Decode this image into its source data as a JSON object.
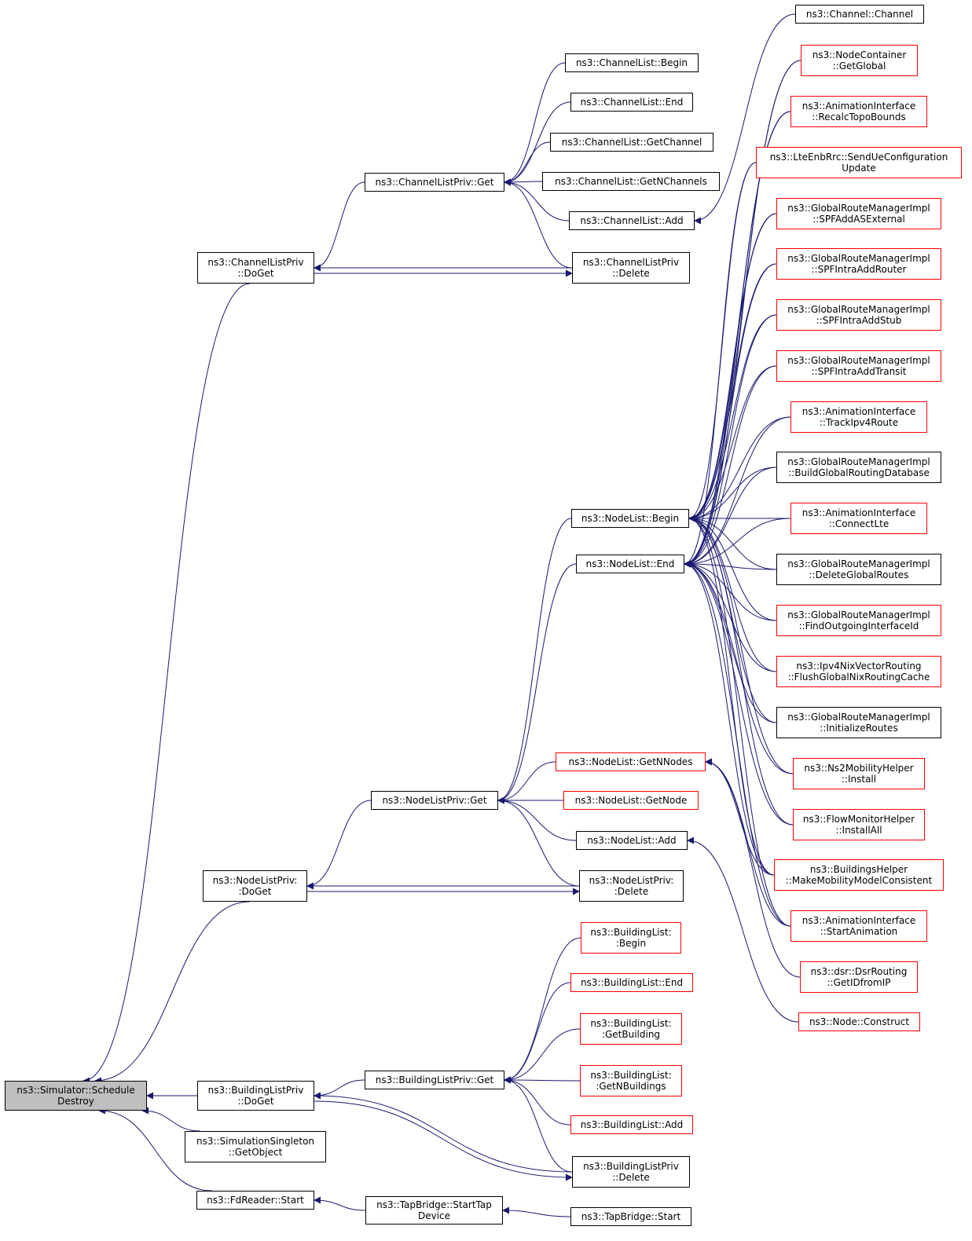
{
  "colors": {
    "edge": "#191970",
    "box_border": "#000000",
    "box_border_incomplete": "#ff0000",
    "root_fill": "#bfbfbf"
  },
  "nodes": [
    {
      "id": "root",
      "lines": [
        "ns3::Simulator::Schedule",
        "Destroy"
      ],
      "style": "root"
    },
    {
      "id": "clp_doget",
      "lines": [
        "ns3::ChannelListPriv",
        "::DoGet"
      ],
      "style": "black"
    },
    {
      "id": "nlp_doget",
      "lines": [
        "ns3::NodeListPriv:",
        ":DoGet"
      ],
      "style": "black"
    },
    {
      "id": "blp_doget",
      "lines": [
        "ns3::BuildingListPriv",
        "::DoGet"
      ],
      "style": "black"
    },
    {
      "id": "ss_getobject",
      "lines": [
        "ns3::SimulationSingleton",
        "::GetObject"
      ],
      "style": "black"
    },
    {
      "id": "fd_start",
      "lines": [
        "ns3::FdReader::Start"
      ],
      "style": "black"
    },
    {
      "id": "clp_get",
      "lines": [
        "ns3::ChannelListPriv::Get"
      ],
      "style": "black"
    },
    {
      "id": "cl_begin",
      "lines": [
        "ns3::ChannelList::Begin"
      ],
      "style": "black"
    },
    {
      "id": "cl_end",
      "lines": [
        "ns3::ChannelList::End"
      ],
      "style": "black"
    },
    {
      "id": "cl_getchannel",
      "lines": [
        "ns3::ChannelList::GetChannel"
      ],
      "style": "black"
    },
    {
      "id": "cl_getnchannels",
      "lines": [
        "ns3::ChannelList::GetNChannels"
      ],
      "style": "black"
    },
    {
      "id": "cl_add",
      "lines": [
        "ns3::ChannelList::Add"
      ],
      "style": "black"
    },
    {
      "id": "clp_delete",
      "lines": [
        "ns3::ChannelListPriv",
        "::Delete"
      ],
      "style": "black"
    },
    {
      "id": "nl_begin",
      "lines": [
        "ns3::NodeList::Begin"
      ],
      "style": "black"
    },
    {
      "id": "nl_end",
      "lines": [
        "ns3::NodeList::End"
      ],
      "style": "black"
    },
    {
      "id": "nlp_get",
      "lines": [
        "ns3::NodeListPriv::Get"
      ],
      "style": "black"
    },
    {
      "id": "nl_getnnodes",
      "lines": [
        "ns3::NodeList::GetNNodes"
      ],
      "style": "red"
    },
    {
      "id": "nl_getnode",
      "lines": [
        "ns3::NodeList::GetNode"
      ],
      "style": "red"
    },
    {
      "id": "nl_add",
      "lines": [
        "ns3::NodeList::Add"
      ],
      "style": "black"
    },
    {
      "id": "nlp_delete",
      "lines": [
        "ns3::NodeListPriv:",
        ":Delete"
      ],
      "style": "black"
    },
    {
      "id": "blp_get",
      "lines": [
        "ns3::BuildingListPriv::Get"
      ],
      "style": "black"
    },
    {
      "id": "bl_begin",
      "lines": [
        "ns3::BuildingList:",
        ":Begin"
      ],
      "style": "red"
    },
    {
      "id": "bl_end",
      "lines": [
        "ns3::BuildingList::End"
      ],
      "style": "red"
    },
    {
      "id": "bl_getbuilding",
      "lines": [
        "ns3::BuildingList:",
        ":GetBuilding"
      ],
      "style": "red"
    },
    {
      "id": "bl_getnbuildings",
      "lines": [
        "ns3::BuildingList:",
        ":GetNBuildings"
      ],
      "style": "red"
    },
    {
      "id": "bl_add",
      "lines": [
        "ns3::BuildingList::Add"
      ],
      "style": "red"
    },
    {
      "id": "blp_delete",
      "lines": [
        "ns3::BuildingListPriv",
        "::Delete"
      ],
      "style": "black"
    },
    {
      "id": "tb_starttap",
      "lines": [
        "ns3::TapBridge::StartTap",
        "Device"
      ],
      "style": "black"
    },
    {
      "id": "tb_start",
      "lines": [
        "ns3::TapBridge::Start"
      ],
      "style": "black"
    },
    {
      "id": "ch_channel",
      "lines": [
        "ns3::Channel::Channel"
      ],
      "style": "black"
    },
    {
      "id": "nc_getglobal",
      "lines": [
        "ns3::NodeContainer",
        "::GetGlobal"
      ],
      "style": "red"
    },
    {
      "id": "ai_recalc",
      "lines": [
        "ns3::AnimationInterface",
        "::RecalcTopoBounds"
      ],
      "style": "red"
    },
    {
      "id": "lte_send",
      "lines": [
        "ns3::LteEnbRrc::SendUeConfiguration",
        "Update"
      ],
      "style": "red"
    },
    {
      "id": "grm_asext",
      "lines": [
        "ns3::GlobalRouteManagerImpl",
        "::SPFAddASExternal"
      ],
      "style": "red"
    },
    {
      "id": "grm_router",
      "lines": [
        "ns3::GlobalRouteManagerImpl",
        "::SPFIntraAddRouter"
      ],
      "style": "red"
    },
    {
      "id": "grm_stub",
      "lines": [
        "ns3::GlobalRouteManagerImpl",
        "::SPFIntraAddStub"
      ],
      "style": "red"
    },
    {
      "id": "grm_transit",
      "lines": [
        "ns3::GlobalRouteManagerImpl",
        "::SPFIntraAddTransit"
      ],
      "style": "red"
    },
    {
      "id": "ai_trackipv4",
      "lines": [
        "ns3::AnimationInterface",
        "::TrackIpv4Route"
      ],
      "style": "red"
    },
    {
      "id": "grm_builddb",
      "lines": [
        "ns3::GlobalRouteManagerImpl",
        "::BuildGlobalRoutingDatabase"
      ],
      "style": "black"
    },
    {
      "id": "ai_connectlte",
      "lines": [
        "ns3::AnimationInterface",
        "::ConnectLte"
      ],
      "style": "red"
    },
    {
      "id": "grm_delete",
      "lines": [
        "ns3::GlobalRouteManagerImpl",
        "::DeleteGlobalRoutes"
      ],
      "style": "black"
    },
    {
      "id": "grm_findout",
      "lines": [
        "ns3::GlobalRouteManagerImpl",
        "::FindOutgoingInterfaceId"
      ],
      "style": "red"
    },
    {
      "id": "ipv4nix",
      "lines": [
        "ns3::Ipv4NixVectorRouting",
        "::FlushGlobalNixRoutingCache"
      ],
      "style": "red"
    },
    {
      "id": "grm_init",
      "lines": [
        "ns3::GlobalRouteManagerImpl",
        "::InitializeRoutes"
      ],
      "style": "black"
    },
    {
      "id": "ns2mob",
      "lines": [
        "ns3::Ns2MobilityHelper",
        "::Install"
      ],
      "style": "red"
    },
    {
      "id": "flowmon",
      "lines": [
        "ns3::FlowMonitorHelper",
        "::InstallAll"
      ],
      "style": "red"
    },
    {
      "id": "bh_make",
      "lines": [
        "ns3::BuildingsHelper",
        "::MakeMobilityModelConsistent"
      ],
      "style": "red"
    },
    {
      "id": "ai_start",
      "lines": [
        "ns3::AnimationInterface",
        "::StartAnimation"
      ],
      "style": "red"
    },
    {
      "id": "dsr_getid",
      "lines": [
        "ns3::dsr::DsrRouting",
        "::GetIDfromIP"
      ],
      "style": "red"
    },
    {
      "id": "node_construct",
      "lines": [
        "ns3::Node::Construct"
      ],
      "style": "red"
    }
  ],
  "edges": [
    [
      "clp_doget",
      "root"
    ],
    [
      "nlp_doget",
      "root"
    ],
    [
      "blp_doget",
      "root"
    ],
    [
      "ss_getobject",
      "root"
    ],
    [
      "fd_start",
      "root"
    ],
    [
      "clp_get",
      "clp_doget"
    ],
    [
      "clp_delete",
      "clp_doget"
    ],
    [
      "clp_doget",
      "clp_delete"
    ],
    [
      "cl_begin",
      "clp_get"
    ],
    [
      "cl_end",
      "clp_get"
    ],
    [
      "cl_getchannel",
      "clp_get"
    ],
    [
      "cl_getnchannels",
      "clp_get"
    ],
    [
      "cl_add",
      "clp_get"
    ],
    [
      "clp_delete",
      "clp_get"
    ],
    [
      "ch_channel",
      "cl_add"
    ],
    [
      "nlp_get",
      "nlp_doget"
    ],
    [
      "nlp_delete",
      "nlp_doget"
    ],
    [
      "nlp_doget",
      "nlp_delete"
    ],
    [
      "nl_begin",
      "nlp_get"
    ],
    [
      "nl_end",
      "nlp_get"
    ],
    [
      "nl_getnnodes",
      "nlp_get"
    ],
    [
      "nl_getnode",
      "nlp_get"
    ],
    [
      "nl_add",
      "nlp_get"
    ],
    [
      "nlp_delete",
      "nlp_get"
    ],
    [
      "node_construct",
      "nl_add"
    ],
    [
      "blp_get",
      "blp_doget"
    ],
    [
      "blp_delete",
      "blp_doget"
    ],
    [
      "blp_doget",
      "blp_delete"
    ],
    [
      "bl_begin",
      "blp_get"
    ],
    [
      "bl_end",
      "blp_get"
    ],
    [
      "bl_getbuilding",
      "blp_get"
    ],
    [
      "bl_getnbuildings",
      "blp_get"
    ],
    [
      "bl_add",
      "blp_get"
    ],
    [
      "blp_delete",
      "blp_get"
    ],
    [
      "tb_starttap",
      "fd_start"
    ],
    [
      "tb_start",
      "tb_starttap"
    ],
    [
      "nc_getglobal",
      "nl_begin"
    ],
    [
      "ai_recalc",
      "nl_begin"
    ],
    [
      "lte_send",
      "nl_begin"
    ],
    [
      "grm_asext",
      "nl_begin"
    ],
    [
      "grm_router",
      "nl_begin"
    ],
    [
      "grm_stub",
      "nl_begin"
    ],
    [
      "grm_transit",
      "nl_begin"
    ],
    [
      "ai_trackipv4",
      "nl_begin"
    ],
    [
      "grm_builddb",
      "nl_begin"
    ],
    [
      "ai_connectlte",
      "nl_begin"
    ],
    [
      "grm_delete",
      "nl_begin"
    ],
    [
      "grm_findout",
      "nl_begin"
    ],
    [
      "ipv4nix",
      "nl_begin"
    ],
    [
      "grm_init",
      "nl_begin"
    ],
    [
      "ns2mob",
      "nl_begin"
    ],
    [
      "flowmon",
      "nl_begin"
    ],
    [
      "bh_make",
      "nl_begin"
    ],
    [
      "ai_start",
      "nl_begin"
    ],
    [
      "nc_getglobal",
      "nl_end"
    ],
    [
      "ai_recalc",
      "nl_end"
    ],
    [
      "lte_send",
      "nl_end"
    ],
    [
      "grm_asext",
      "nl_end"
    ],
    [
      "grm_router",
      "nl_end"
    ],
    [
      "grm_stub",
      "nl_end"
    ],
    [
      "grm_transit",
      "nl_end"
    ],
    [
      "ai_trackipv4",
      "nl_end"
    ],
    [
      "grm_builddb",
      "nl_end"
    ],
    [
      "ai_connectlte",
      "nl_end"
    ],
    [
      "grm_delete",
      "nl_end"
    ],
    [
      "grm_findout",
      "nl_end"
    ],
    [
      "ipv4nix",
      "nl_end"
    ],
    [
      "grm_init",
      "nl_end"
    ],
    [
      "ns2mob",
      "nl_end"
    ],
    [
      "flowmon",
      "nl_end"
    ],
    [
      "bh_make",
      "nl_end"
    ],
    [
      "ai_start",
      "nl_end"
    ],
    [
      "ai_start",
      "nl_getnnodes"
    ],
    [
      "bh_make",
      "nl_getnnodes"
    ],
    [
      "dsr_getid",
      "nl_getnnodes"
    ]
  ]
}
